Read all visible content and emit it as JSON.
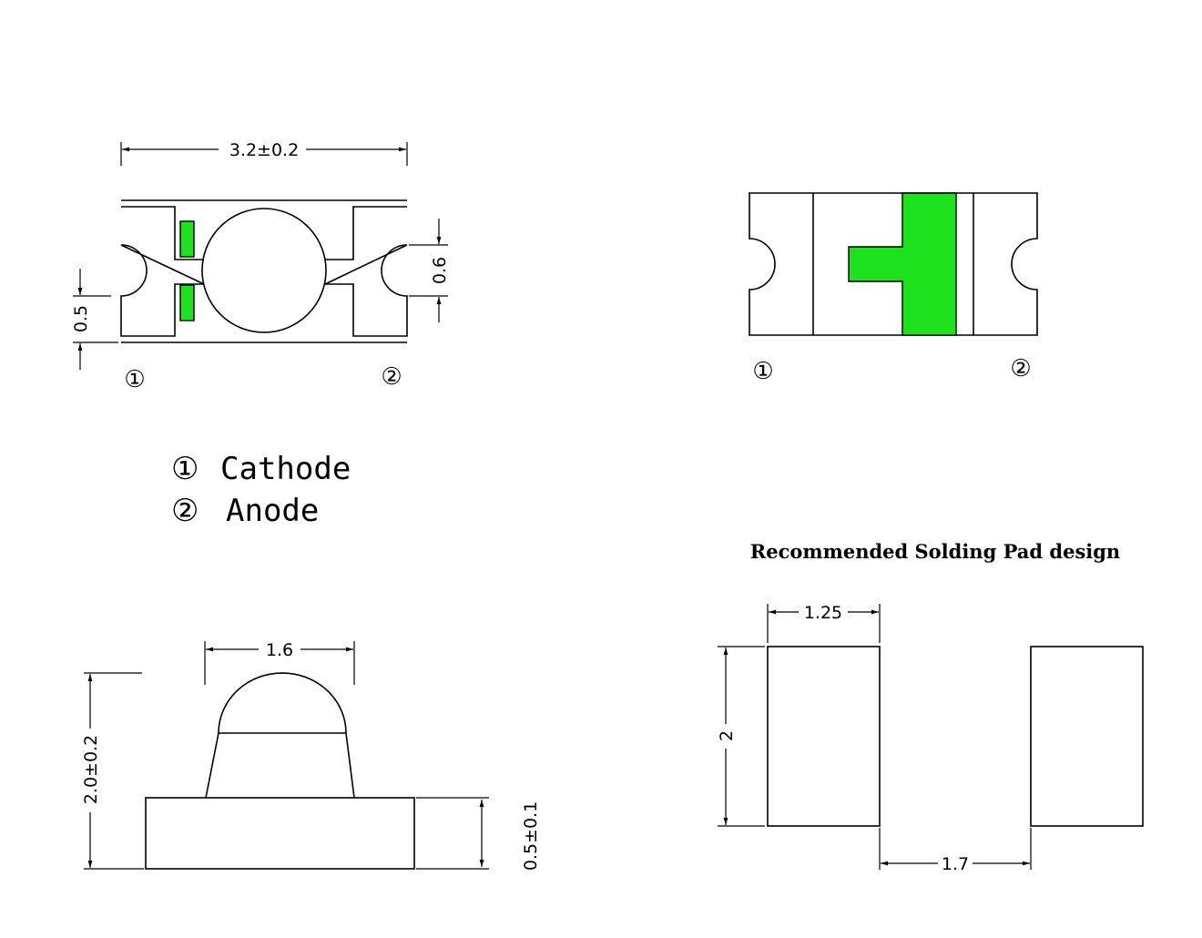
{
  "colors": {
    "line": "#000000",
    "marker": "#1ee21e",
    "background": "#ffffff"
  },
  "top_view": {
    "dim_length": "3.2±0.2",
    "dim_pad_height": "0.5",
    "dim_notch": "0.6",
    "pin1": "①",
    "pin2": "②"
  },
  "bottom_view": {
    "pin1": "①",
    "pin2": "②"
  },
  "legend": [
    {
      "mark": "①",
      "label": "Cathode"
    },
    {
      "mark": "②",
      "label": "Anode"
    }
  ],
  "side_view": {
    "dim_lens_width": "1.6",
    "dim_height": "2.0±0.2",
    "dim_base": "0.5±0.1"
  },
  "pad_design": {
    "title": "Recommended Solding Pad design",
    "dim_pad_width": "1.25",
    "dim_pad_height": "2",
    "dim_gap": "1.7"
  }
}
